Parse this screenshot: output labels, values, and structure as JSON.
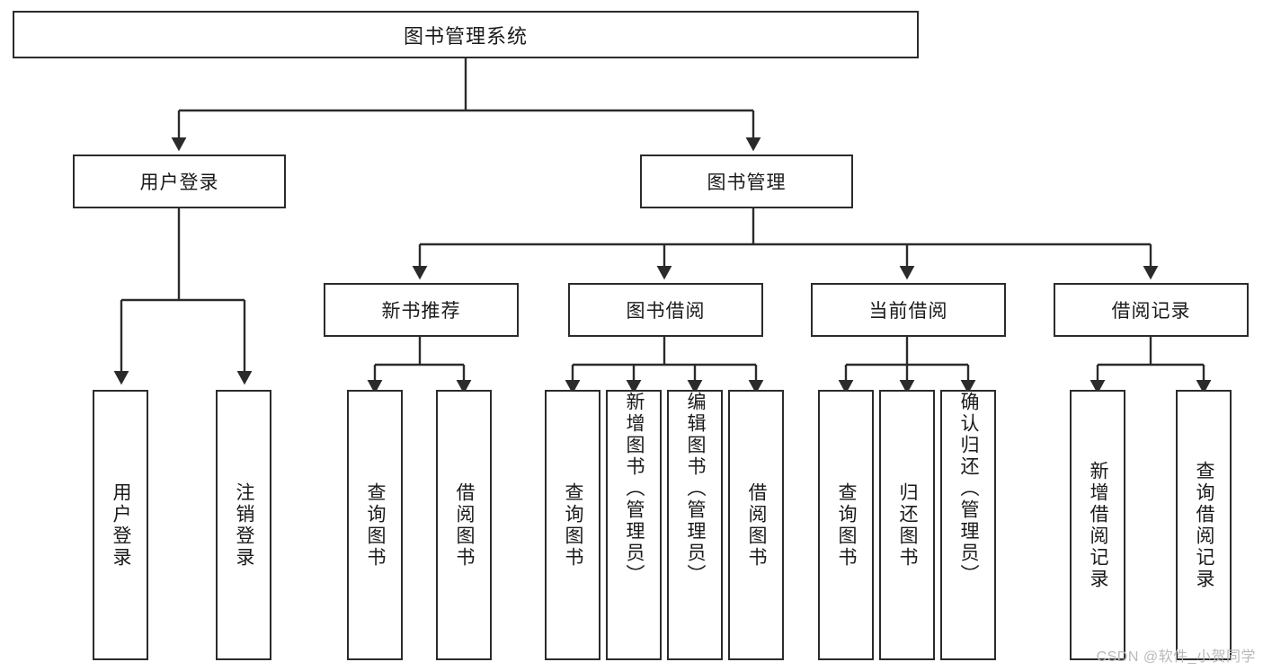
{
  "diagram": {
    "type": "tree-hierarchy",
    "title": "图书管理系统",
    "background": "#ffffff",
    "line_color": "#2b2b2b",
    "box_fill": "#ffffff",
    "root": {
      "label": "图书管理系统",
      "level": 0
    },
    "level1": [
      {
        "label": "用户登录"
      },
      {
        "label": "图书管理"
      }
    ],
    "level2": [
      {
        "label": "新书推荐"
      },
      {
        "label": "图书借阅"
      },
      {
        "label": "当前借阅"
      },
      {
        "label": "借阅记录"
      }
    ],
    "leaves": {
      "user_login": [
        {
          "label": "用户登录"
        },
        {
          "label": "注销登录"
        }
      ],
      "new_book": [
        {
          "label": "查询图书"
        },
        {
          "label": "借阅图书"
        }
      ],
      "borrow_book": [
        {
          "label": "查询图书"
        },
        {
          "label": "新增图书（管理员）"
        },
        {
          "label": "编辑图书（管理员）"
        },
        {
          "label": "借阅图书"
        }
      ],
      "current_borrow": [
        {
          "label": "查询图书"
        },
        {
          "label": "归还图书"
        },
        {
          "label": "确认归还（管理员）"
        }
      ],
      "borrow_record": [
        {
          "label": "新增借阅记录"
        },
        {
          "label": "查询借阅记录"
        }
      ]
    }
  },
  "watermark": {
    "text": "CSDN @软件_小贺同学"
  }
}
